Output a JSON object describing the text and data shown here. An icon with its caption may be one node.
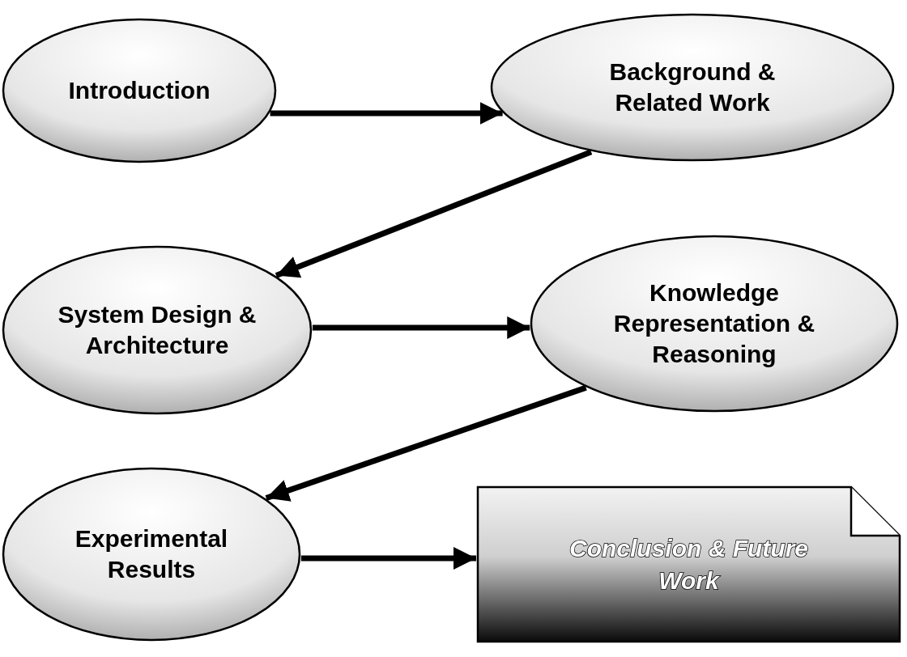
{
  "diagram": {
    "nodes": [
      {
        "text": [
          "Introduction"
        ]
      },
      {
        "text": [
          "Background & Related Work"
        ]
      },
      {
        "text": [
          "System Design & Architecture"
        ]
      },
      {
        "text": [
          "Knowledge Representation & Reasoning"
        ]
      },
      {
        "text": [
          "Experimental Results"
        ]
      },
      {
        "text": [
          "Conclusion & Future Work"
        ]
      }
    ],
    "edges": [
      {
        "from": 0,
        "to": 1,
        "arrow": "to"
      },
      {
        "from": 1,
        "to": 2,
        "arrow": "to"
      },
      {
        "from": 2,
        "to": 3,
        "arrow": "to"
      },
      {
        "from": 3,
        "to": 4,
        "arrow": "to"
      },
      {
        "from": 4,
        "to": 5,
        "arrow": "to"
      }
    ]
  }
}
